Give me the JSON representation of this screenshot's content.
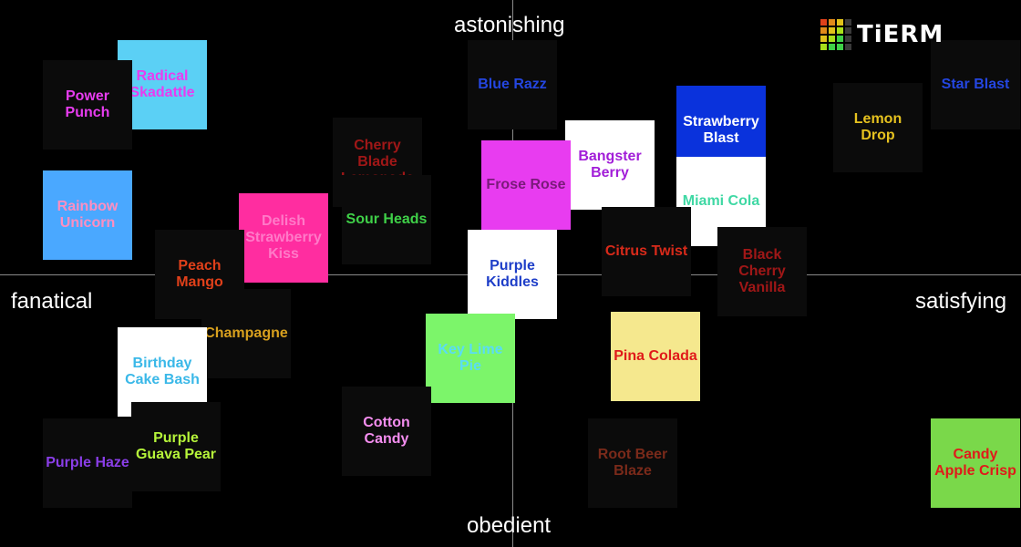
{
  "chart_data": {
    "type": "scatter",
    "title": "",
    "axes": {
      "top": "astonishing",
      "bottom": "obedient",
      "left": "fanatical",
      "right": "satisfying"
    },
    "xlim": [
      -1,
      1
    ],
    "ylim": [
      -1,
      1
    ],
    "grid": false,
    "points": [
      {
        "label": "Radical Skadattle",
        "x": -0.75,
        "y": 0.83,
        "bg": "#5bd0f5",
        "fg": "#e83cf0"
      },
      {
        "label": "Power Punch",
        "x": -0.91,
        "y": 0.74,
        "bg": "#0b0b0b",
        "fg": "#e83cf0"
      },
      {
        "label": "Blue Razz",
        "x": 0.0,
        "y": 0.83,
        "bg": "#0b0b0b",
        "fg": "#2446e0"
      },
      {
        "label": "Star Blast",
        "x": 1.0,
        "y": 0.83,
        "bg": "#0b0b0b",
        "fg": "#2446e0"
      },
      {
        "label": "Lemon Drop",
        "x": 0.79,
        "y": 0.64,
        "bg": "#0b0b0b",
        "fg": "#e6c21f"
      },
      {
        "label": "Strawberry Blast",
        "x": 0.45,
        "y": 0.63,
        "bg": "#0a32dc",
        "fg": "#ffffff"
      },
      {
        "label": "Cherry Blade Lemonade",
        "x": -0.29,
        "y": 0.49,
        "bg": "#0b0b0b",
        "fg": "#a01717"
      },
      {
        "label": "Bangster Berry",
        "x": 0.21,
        "y": 0.48,
        "bg": "#ffffff",
        "fg": "#a21ed8"
      },
      {
        "label": "Frose Rose",
        "x": 0.03,
        "y": 0.39,
        "bg": "#e83cf0",
        "fg": "#7a1a7a"
      },
      {
        "label": "Miami Cola",
        "x": 0.45,
        "y": 0.32,
        "bg": "#ffffff",
        "fg": "#3fd8a4"
      },
      {
        "label": "Rainbow Unicorn",
        "x": -0.91,
        "y": 0.26,
        "bg": "#4aa8ff",
        "fg": "#ff8ec0"
      },
      {
        "label": "Delish Strawberry Kiss",
        "x": -0.49,
        "y": 0.16,
        "bg": "#ff2da0",
        "fg": "#ff7ac8"
      },
      {
        "label": "Sour Heads",
        "x": -0.27,
        "y": 0.24,
        "bg": "#0b0b0b",
        "fg": "#3fd048"
      },
      {
        "label": "Citrus Twist",
        "x": 0.29,
        "y": 0.1,
        "bg": "#0b0b0b",
        "fg": "#d82a1a"
      },
      {
        "label": "Black Cherry Vanilla",
        "x": 0.54,
        "y": 0.01,
        "bg": "#0b0b0b",
        "fg": "#a01717"
      },
      {
        "label": "Peach Mango",
        "x": -0.67,
        "y": 0.0,
        "bg": "#0b0b0b",
        "fg": "#e0401a"
      },
      {
        "label": "Purple Kiddles",
        "x": 0.0,
        "y": 0.0,
        "bg": "#ffffff",
        "fg": "#1e3ec8"
      },
      {
        "label": "Champagne",
        "x": -0.57,
        "y": -0.26,
        "bg": "#0b0b0b",
        "fg": "#d8a01e"
      },
      {
        "label": "Birthday Cake Bash",
        "x": -0.75,
        "y": -0.43,
        "bg": "#ffffff",
        "fg": "#3ab8e8"
      },
      {
        "label": "Key Lime Pie",
        "x": -0.09,
        "y": -0.37,
        "bg": "#7cf56a",
        "fg": "#5adcf5"
      },
      {
        "label": "Pina Colada",
        "x": 0.31,
        "y": -0.36,
        "bg": "#f5e88e",
        "fg": "#e01a1a"
      },
      {
        "label": "Purple Guava Pear",
        "x": -0.72,
        "y": -0.76,
        "bg": "#0b0b0b",
        "fg": "#b6f53a"
      },
      {
        "label": "Cotton Candy",
        "x": -0.27,
        "y": -0.69,
        "bg": "#0b0b0b",
        "fg": "#f58ef0"
      },
      {
        "label": "Purple Haze",
        "x": -0.91,
        "y": -0.83,
        "bg": "#0b0b0b",
        "fg": "#8a3ee8"
      },
      {
        "label": "Root Beer Blaze",
        "x": 0.26,
        "y": -0.83,
        "bg": "#0b0b0b",
        "fg": "#7a2a1a"
      },
      {
        "label": "Candy Apple Crisp",
        "x": 1.0,
        "y": -0.83,
        "bg": "#7ad84a",
        "fg": "#e01a1a"
      }
    ]
  },
  "logo": {
    "text": "TiERM",
    "colors": [
      "#e0401a",
      "#e08a1a",
      "#e0c21a",
      "#3a3a3a",
      "#e08a1a",
      "#e0c21a",
      "#a8e01a",
      "#3a3a3a",
      "#e0c21a",
      "#a8e01a",
      "#3fd048",
      "#3a3a3a",
      "#a8e01a",
      "#3fd048",
      "#3fd048",
      "#3a3a3a"
    ]
  }
}
